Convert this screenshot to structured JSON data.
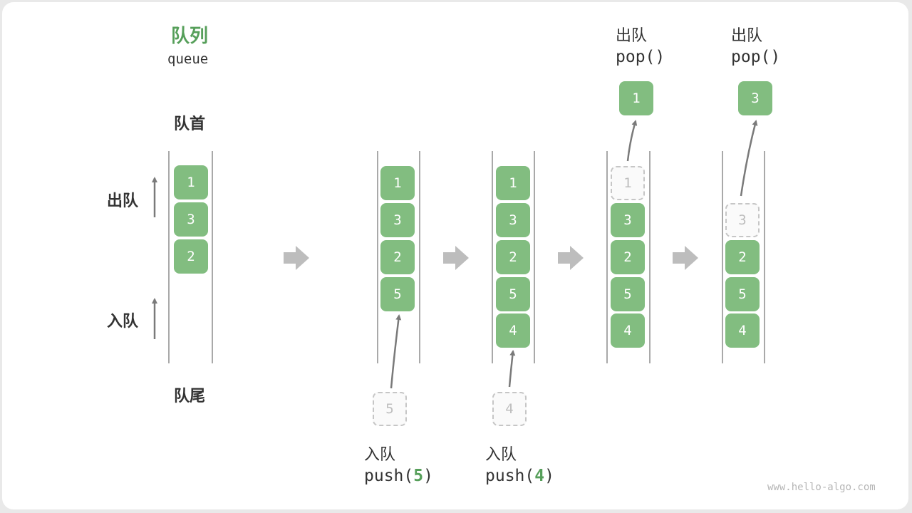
{
  "legend": {
    "title": "队列",
    "subtitle": "queue",
    "head": "队首",
    "tail": "队尾",
    "dequeue": "出队",
    "enqueue": "入队"
  },
  "stages": [
    {
      "queue": [
        "1",
        "3",
        "2"
      ]
    },
    {
      "queue": [
        "1",
        "3",
        "2",
        "5"
      ],
      "op": "入队",
      "call": "push(",
      "arg": "5",
      "close": ")",
      "ghost": "5"
    },
    {
      "queue": [
        "1",
        "3",
        "2",
        "5",
        "4"
      ],
      "op": "入队",
      "call": "push(",
      "arg": "4",
      "close": ")",
      "ghost": "4"
    },
    {
      "queue": [
        "1",
        "3",
        "2",
        "5",
        "4"
      ],
      "op": "出队",
      "call": "pop()",
      "popped": "1",
      "ghost": "1"
    },
    {
      "queue": [
        "3",
        "2",
        "5",
        "4"
      ],
      "op": "出队",
      "call": "pop()",
      "popped": "3",
      "ghost": "3"
    }
  ],
  "watermark": "www.hello-algo.com",
  "colors": {
    "accent": "#569f5a",
    "box": "#82bd80",
    "arrow": "#bdbdbd"
  }
}
